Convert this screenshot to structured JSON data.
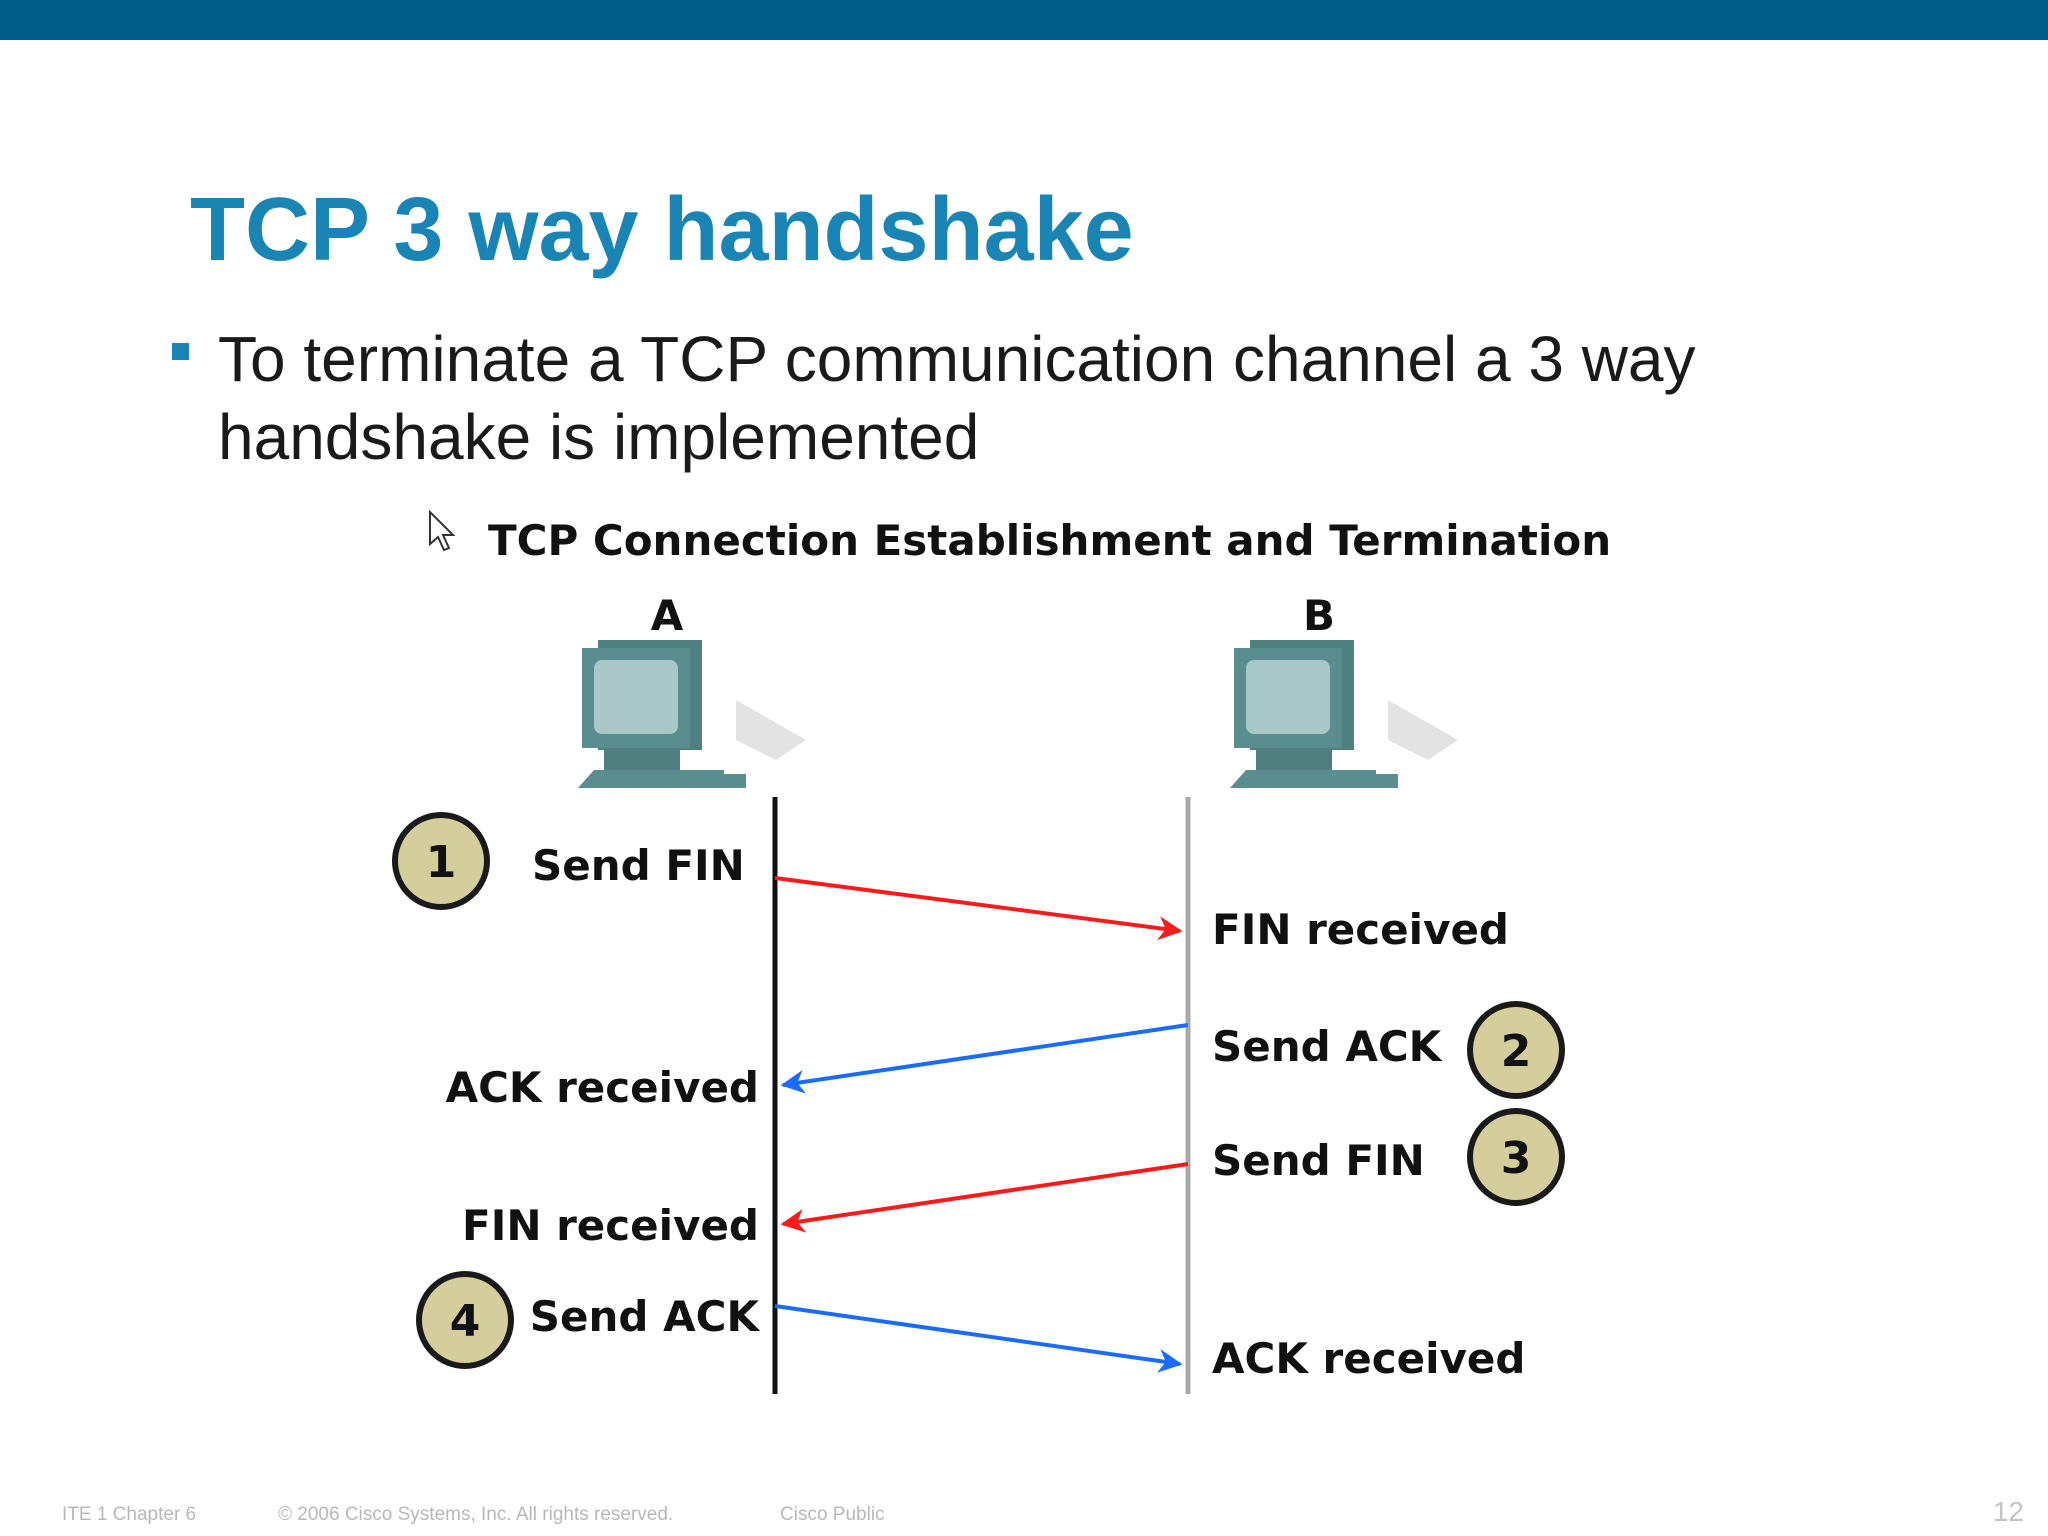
{
  "slide": {
    "title": "TCP 3 way handshake",
    "bullet": "To terminate a TCP communication channel a 3 way handshake is implemented"
  },
  "figure": {
    "heading": "TCP Connection Establishment and Termination",
    "host_a": "A",
    "host_b": "B",
    "steps": [
      {
        "number": "1",
        "sender_label": "Send FIN",
        "receiver_label": "FIN received",
        "color": "#ff1a1a"
      },
      {
        "number": "2",
        "sender_label": "Send ACK",
        "receiver_label": "ACK received",
        "color": "#1a6cff"
      },
      {
        "number": "3",
        "sender_label": "Send FIN",
        "receiver_label": "FIN received",
        "color": "#ff1a1a"
      },
      {
        "number": "4",
        "sender_label": "Send ACK",
        "receiver_label": "ACK received",
        "color": "#1a6cff"
      }
    ],
    "colors": {
      "circle_fill": "#d4ce9c",
      "monitor": "#5a8d8d",
      "screen": "#a9c7c7"
    },
    "icons": [
      "computer-icon",
      "cursor-icon"
    ]
  },
  "footer": {
    "course": "ITE 1 Chapter 6",
    "copyright": "© 2006 Cisco Systems, Inc. All rights reserved.",
    "classification": "Cisco Public",
    "page_number": "12"
  },
  "theme": {
    "top_bar": "#005b87",
    "title_color": "#1a85b4"
  }
}
